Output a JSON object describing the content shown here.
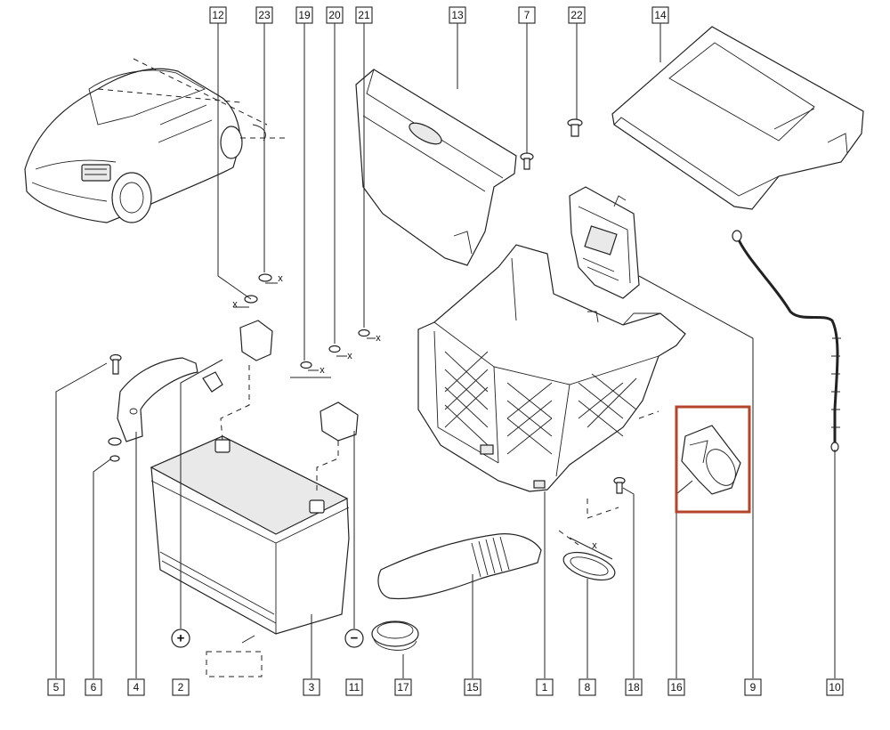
{
  "callouts": [
    {
      "id": "1",
      "text": "1"
    },
    {
      "id": "2",
      "text": "2"
    },
    {
      "id": "3",
      "text": "3"
    },
    {
      "id": "4",
      "text": "4"
    },
    {
      "id": "5",
      "text": "5"
    },
    {
      "id": "6",
      "text": "6"
    },
    {
      "id": "7",
      "text": "7"
    },
    {
      "id": "8",
      "text": "8"
    },
    {
      "id": "9",
      "text": "9"
    },
    {
      "id": "10",
      "text": "10"
    },
    {
      "id": "11",
      "text": "11"
    },
    {
      "id": "12",
      "text": "12"
    },
    {
      "id": "13",
      "text": "13"
    },
    {
      "id": "14",
      "text": "14"
    },
    {
      "id": "15",
      "text": "15"
    },
    {
      "id": "16",
      "text": "16"
    },
    {
      "id": "17",
      "text": "17"
    },
    {
      "id": "18",
      "text": "18"
    },
    {
      "id": "19",
      "text": "19"
    },
    {
      "id": "20",
      "text": "20"
    },
    {
      "id": "21",
      "text": "21"
    },
    {
      "id": "22",
      "text": "22"
    },
    {
      "id": "23",
      "text": "23"
    }
  ],
  "markers": {
    "x_mark": "x",
    "positive_symbol": "+",
    "negative_symbol": "−"
  },
  "highlight": {
    "target_callout": "16",
    "color": "#b5442a"
  }
}
